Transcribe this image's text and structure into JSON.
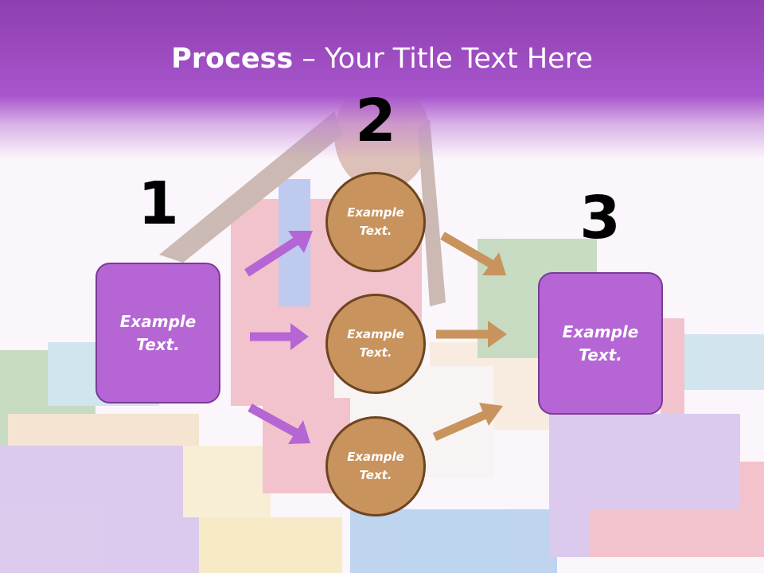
{
  "title": {
    "bold": "Process",
    "rest": " – Your Title Text Here"
  },
  "steps": [
    {
      "number": "1",
      "text": "Example Text."
    },
    {
      "number": "2",
      "text": "Example Text."
    },
    {
      "number": "3",
      "text": "Example Text."
    }
  ],
  "circles": [
    {
      "text": "Example Text."
    },
    {
      "text": "Example Text."
    },
    {
      "text": "Example Text."
    }
  ],
  "colors": {
    "header": "#a855cc",
    "box_fill": "#b565d4",
    "box_border": "#7b3a95",
    "circle_fill": "#c8935d",
    "circle_border": "#6e4520",
    "arrow_purple": "#b565d4",
    "arrow_tan": "#c8935d"
  }
}
